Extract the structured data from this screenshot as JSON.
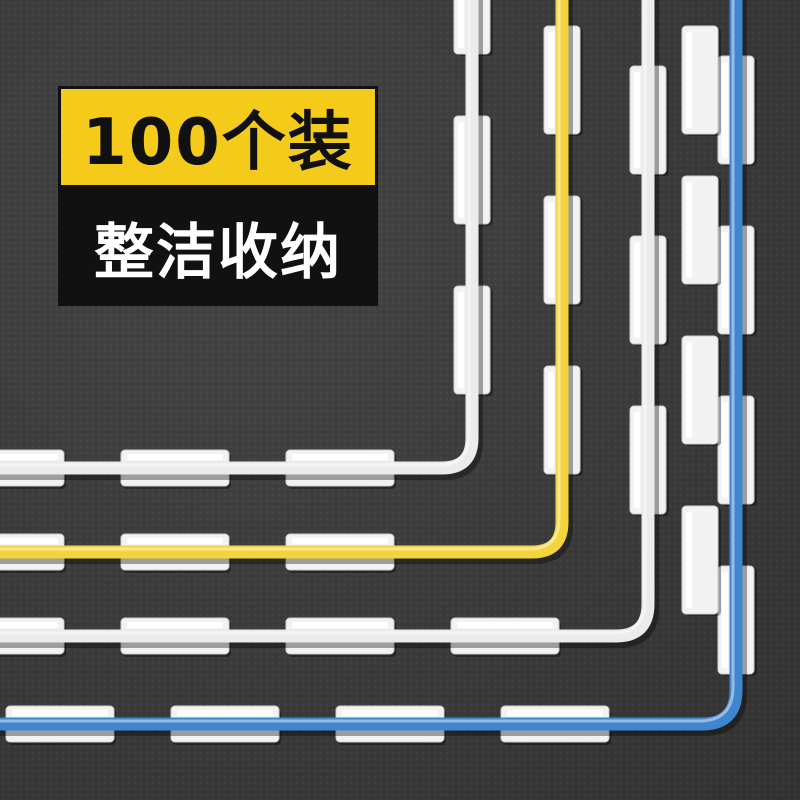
{
  "badge": {
    "line1": "100个装",
    "line2": "整洁收纳"
  },
  "colors": {
    "background": "#3a3a3a",
    "badge_yellow": "#f5cb1b",
    "badge_black": "#111111",
    "cable_white": "#ebebeb",
    "cable_yellow": "#f3d43a",
    "cable_blue": "#3f86cf",
    "clip_white": "#f2f2f2"
  },
  "cables": [
    {
      "name": "white-cable-1",
      "color": "#ebebeb"
    },
    {
      "name": "yellow-cable",
      "color": "#f3d43a"
    },
    {
      "name": "white-cable-2",
      "color": "#ebebeb"
    },
    {
      "name": "blue-cable",
      "color": "#3f86cf"
    }
  ]
}
